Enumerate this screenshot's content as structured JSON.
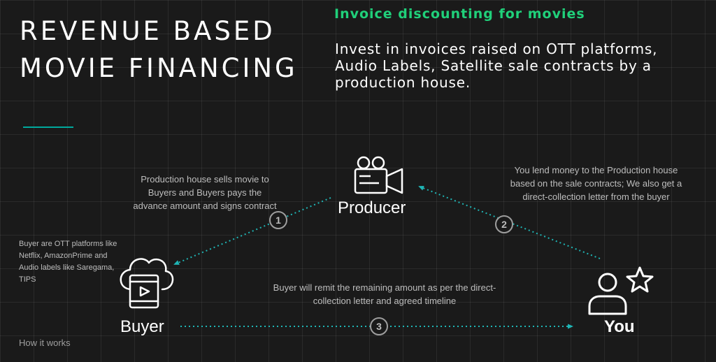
{
  "title": "REVENUE BASED MOVIE FINANCING",
  "subheading": "Invoice discounting for movies",
  "intro": "Invest in invoices raised on OTT platforms, Audio Labels, Satellite sale contracts by a production house.",
  "nodes": {
    "producer": "Producer",
    "buyer": "Buyer",
    "you": "You"
  },
  "steps": [
    {
      "number": "1",
      "text": "Production house sells movie to Buyers and Buyers pays the advance amount and signs contract"
    },
    {
      "number": "2",
      "text": "You lend money to the Production house based on the sale contracts; We also get a direct-collection letter from the buyer"
    },
    {
      "number": "3",
      "text": "Buyer will remit the remaining amount as per the direct-collection letter and agreed timeline"
    }
  ],
  "buyer_description": "Buyer are OTT platforms like Netflix, AmazonPrime and Audio labels like Saregama, TIPS",
  "footer": "How it works",
  "colors": {
    "accent_green": "#20d07a",
    "arrow_teal": "#1fb5b5",
    "rule_teal": "#00a99d"
  },
  "icons": {
    "producer": "movie-camera-icon",
    "buyer": "cloud-video-icon",
    "you": "user-star-icon"
  }
}
